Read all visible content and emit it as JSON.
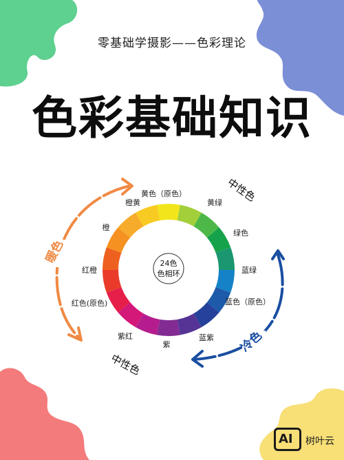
{
  "header": {
    "subtitle": "零基础学摄影——色彩理论",
    "title": "色彩基础知识"
  },
  "wheel": {
    "center_label_line1": "24色",
    "center_label_line2": "色相环",
    "segment_colors": [
      "#f3e51c",
      "#a3cf3a",
      "#4db848",
      "#16a24a",
      "#1a9770",
      "#1582c7",
      "#1d5aa9",
      "#25419a",
      "#553495",
      "#822c93",
      "#b51d8e",
      "#d3187a",
      "#e61f4a",
      "#ea3b2a",
      "#ee6020",
      "#f49120",
      "#f7ab2a",
      "#f8cb22"
    ],
    "labels": {
      "yellow": "黄色（原色）",
      "yellow_green": "黄绿",
      "green": "绿色",
      "blue_green": "蓝绿",
      "blue": "蓝色（原色）",
      "blue_purple": "蓝紫",
      "purple": "紫",
      "purple_red": "紫红",
      "red": "红色(原色)",
      "red_orange": "红橙",
      "orange": "橙",
      "orange_yellow": "橙黄"
    },
    "warm_label": "暖色",
    "cool_label": "冷色",
    "neutral_top": "中性色",
    "neutral_bottom": "中性色",
    "warm_arrow_color": "#f08a44",
    "cool_arrow_color": "#1a4ea0"
  },
  "blobs": {
    "top_left": "#5ed08f",
    "top_right": "#7b8fd6",
    "bottom_left": "#f47b7b",
    "bottom_right": "#f8df76"
  },
  "watermark": {
    "logo": "AI",
    "text": "树叶云"
  }
}
